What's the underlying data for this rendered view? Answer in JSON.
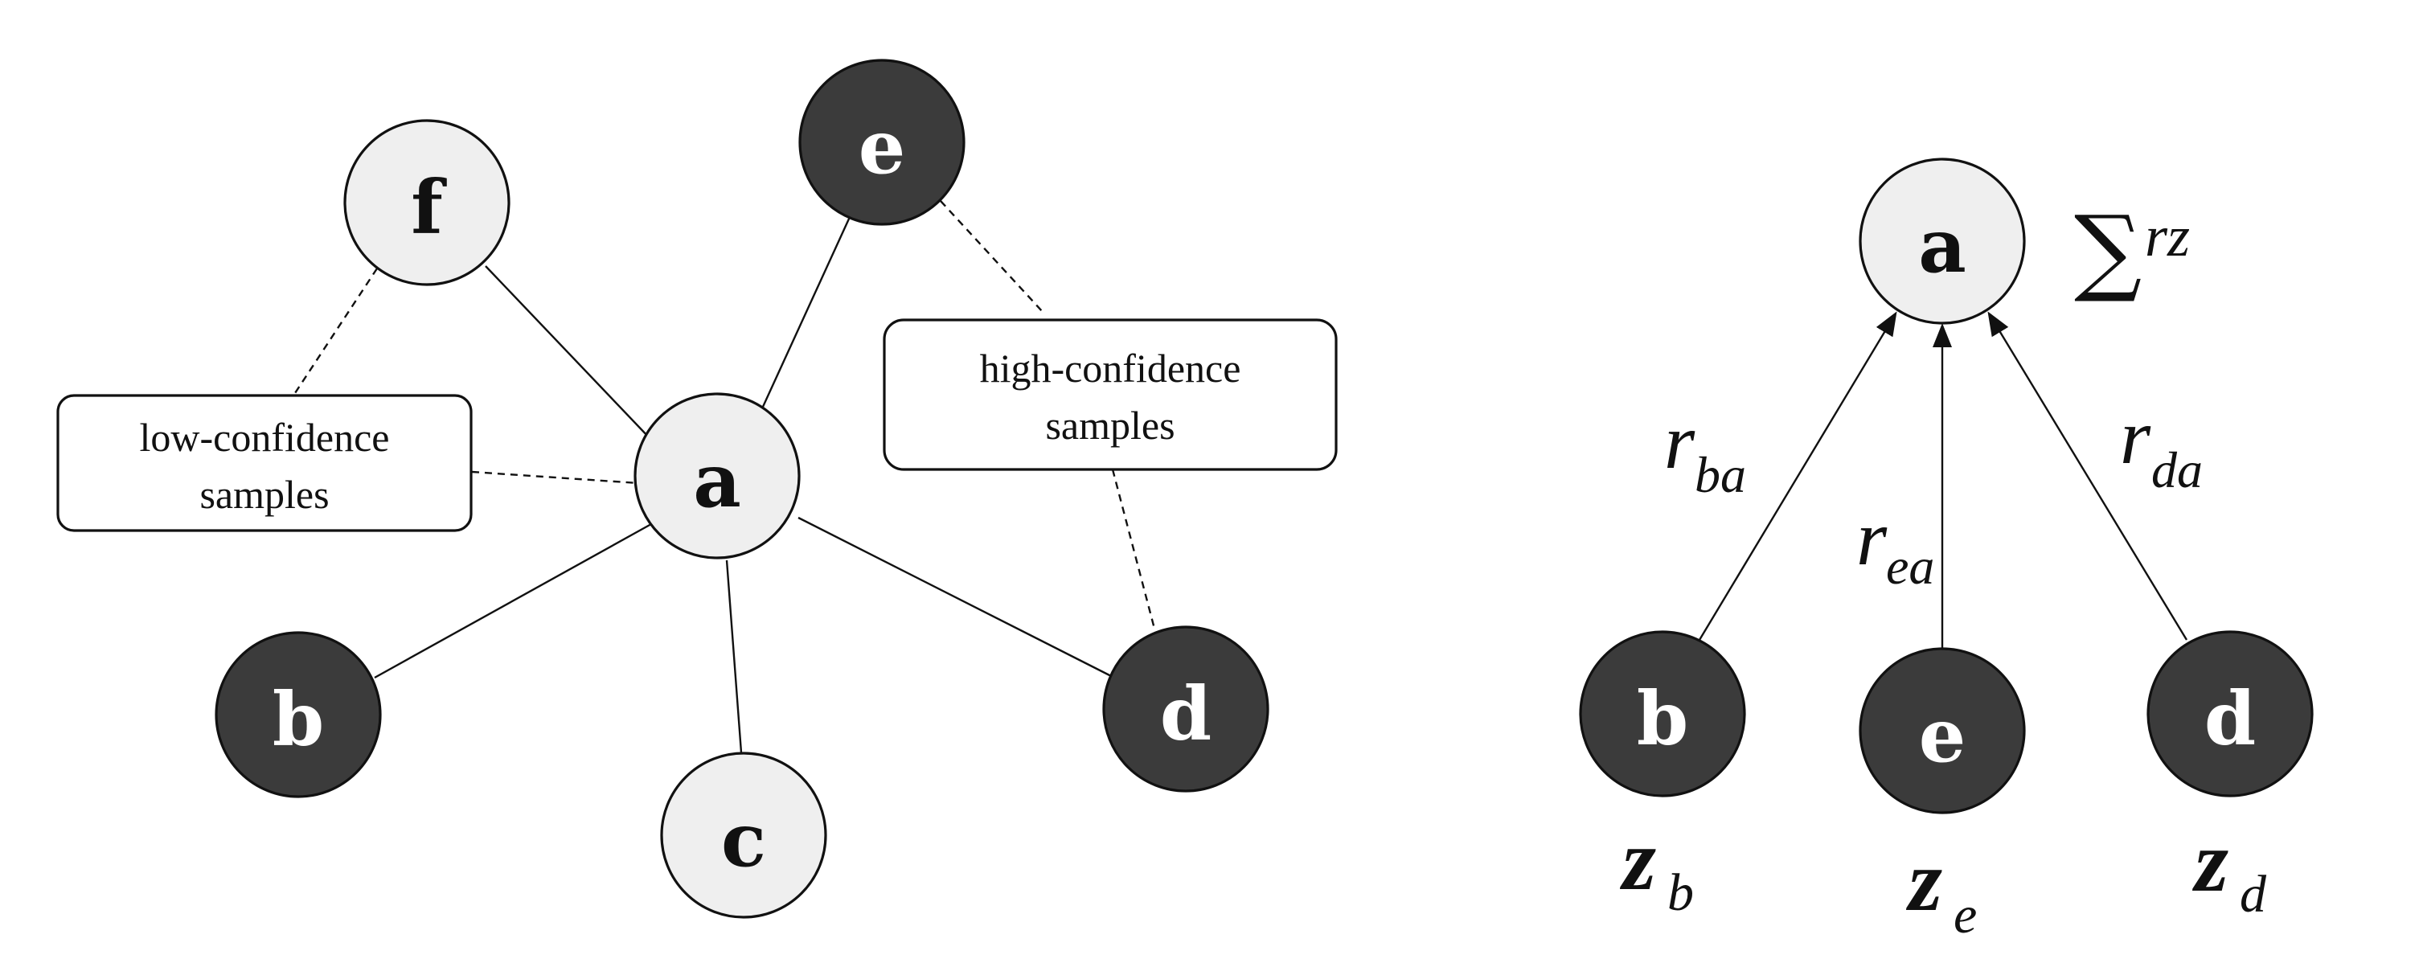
{
  "left_graph": {
    "nodes": [
      {
        "id": "a",
        "label": "a",
        "style": "light"
      },
      {
        "id": "b",
        "label": "b",
        "style": "dark"
      },
      {
        "id": "c",
        "label": "c",
        "style": "light"
      },
      {
        "id": "d",
        "label": "d",
        "style": "dark"
      },
      {
        "id": "e",
        "label": "e",
        "style": "dark"
      },
      {
        "id": "f",
        "label": "f",
        "style": "light"
      }
    ],
    "edges": [
      {
        "from": "a",
        "to": "b"
      },
      {
        "from": "a",
        "to": "c"
      },
      {
        "from": "a",
        "to": "d"
      },
      {
        "from": "a",
        "to": "e"
      },
      {
        "from": "a",
        "to": "f"
      }
    ],
    "callouts": {
      "low": {
        "line1": "low-confidence",
        "line2": "samples",
        "points_to": [
          "f",
          "a"
        ]
      },
      "high": {
        "line1": "high-confidence",
        "line2": "samples",
        "points_to": [
          "e",
          "d"
        ]
      }
    }
  },
  "right_graph": {
    "target": {
      "label": "a",
      "style": "light"
    },
    "aggregate": {
      "symbol": "∑",
      "text": "rz"
    },
    "sources": [
      {
        "label": "b",
        "style": "dark",
        "r_main": "r",
        "r_sub": "ba",
        "z_main": "z",
        "z_sub": "b"
      },
      {
        "label": "e",
        "style": "dark",
        "r_main": "r",
        "r_sub": "ea",
        "z_main": "z",
        "z_sub": "e"
      },
      {
        "label": "d",
        "style": "dark",
        "r_main": "r",
        "r_sub": "da",
        "z_main": "z",
        "z_sub": "d"
      }
    ]
  },
  "colors": {
    "light_node": "#efefef",
    "dark_node": "#3b3b3b",
    "stroke": "#111111"
  }
}
